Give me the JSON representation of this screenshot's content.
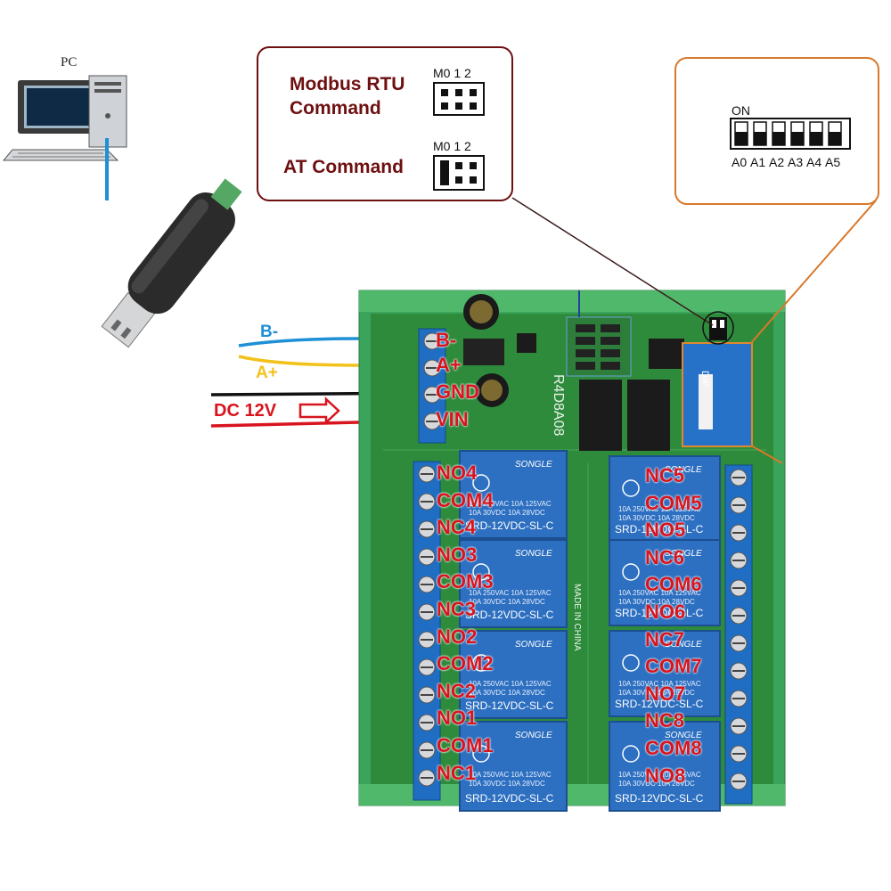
{
  "pc_label": "PC",
  "wire_labels": {
    "b_minus": "B-",
    "a_plus": "A+",
    "dc_power": "DC 12V"
  },
  "power_terminals": [
    "B-",
    "A+",
    "GND",
    "VIN"
  ],
  "mode_callout": {
    "modbus_title_line1": "Modbus RTU",
    "modbus_title_line2": "Command",
    "at_title": "AT Command",
    "jumper_header": "M0 1 2"
  },
  "dip_callout": {
    "on_label": "ON",
    "switches": [
      "A0",
      "A1",
      "A2",
      "A3",
      "A4",
      "A5"
    ]
  },
  "board": {
    "model": "R4D8A08",
    "dip_silk": "DIP",
    "made_in": "MADE IN CHINA",
    "relay_brand": "SONGLE",
    "relay_model": "SRD-12VDC-SL-C",
    "relay_rating_1": "10A 250VAC  10A 125VAC",
    "relay_rating_2": "10A 30VDC  10A 28VDC"
  },
  "left_terminals": [
    "NO4",
    "COM4",
    "NC4",
    "NO3",
    "COM3",
    "NC3",
    "NO2",
    "COM2",
    "NC2",
    "NO1",
    "COM1",
    "NC1"
  ],
  "right_terminals": [
    "NC5",
    "COM5",
    "NO5",
    "NC6",
    "COM6",
    "NO6",
    "NC7",
    "COM7",
    "NO7",
    "NC8",
    "COM8",
    "NO8"
  ],
  "colors": {
    "pcb": "#2e8b3c",
    "din_rail": "#3aa55a",
    "terminal": "#1f6ec4",
    "relay": "#2d6fc0",
    "label_red": "#d8141e",
    "wire_blue": "#1e90d6",
    "wire_yellow": "#f2c21b",
    "callout_dark": "#6e0f10",
    "callout_orange": "#d9782a"
  }
}
